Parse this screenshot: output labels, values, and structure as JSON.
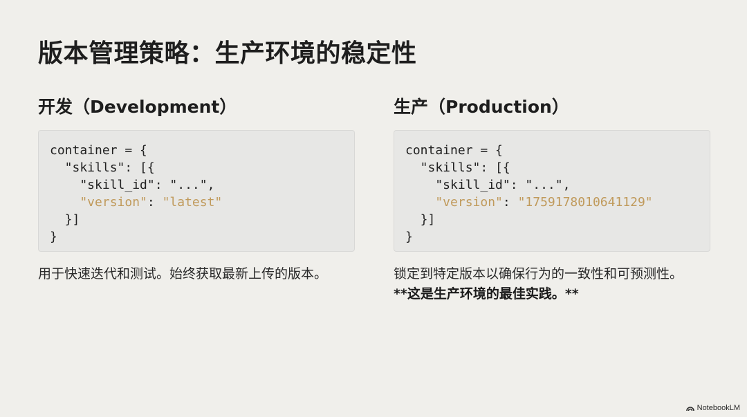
{
  "slide": {
    "title": "版本管理策略：生产环境的稳定性",
    "columns": [
      {
        "heading": "开发（Development）",
        "code_lines": {
          "l1": "container = {",
          "l2": "  \"skills\": [{",
          "l3": "    \"skill_id\": \"...\",",
          "l4_key": "    \"version\"",
          "l4_sep": ": ",
          "l4_val": "\"latest\"",
          "l5": "  }]",
          "l6": "}"
        },
        "description": "用于快速迭代和测试。始终获取最新上传的版本。"
      },
      {
        "heading": "生产（Production）",
        "code_lines": {
          "l1": "container = {",
          "l2": "  \"skills\": [{",
          "l3": "    \"skill_id\": \"...\",",
          "l4_key": "    \"version\"",
          "l4_sep": ": ",
          "l4_val": "\"1759178010641129\"",
          "l5": "  }]",
          "l6": "}"
        },
        "description_plain": "锁定到特定版本以确保行为的一致性和可预测性。",
        "description_bold": "**这是生产环境的最佳实践。**"
      }
    ],
    "colors": {
      "background": "#f0efeb",
      "code_background": "#e7e7e5",
      "highlight": "#c09a5b"
    }
  },
  "branding": {
    "label": "NotebookLM",
    "icon": "notebooklm-logo-icon"
  }
}
